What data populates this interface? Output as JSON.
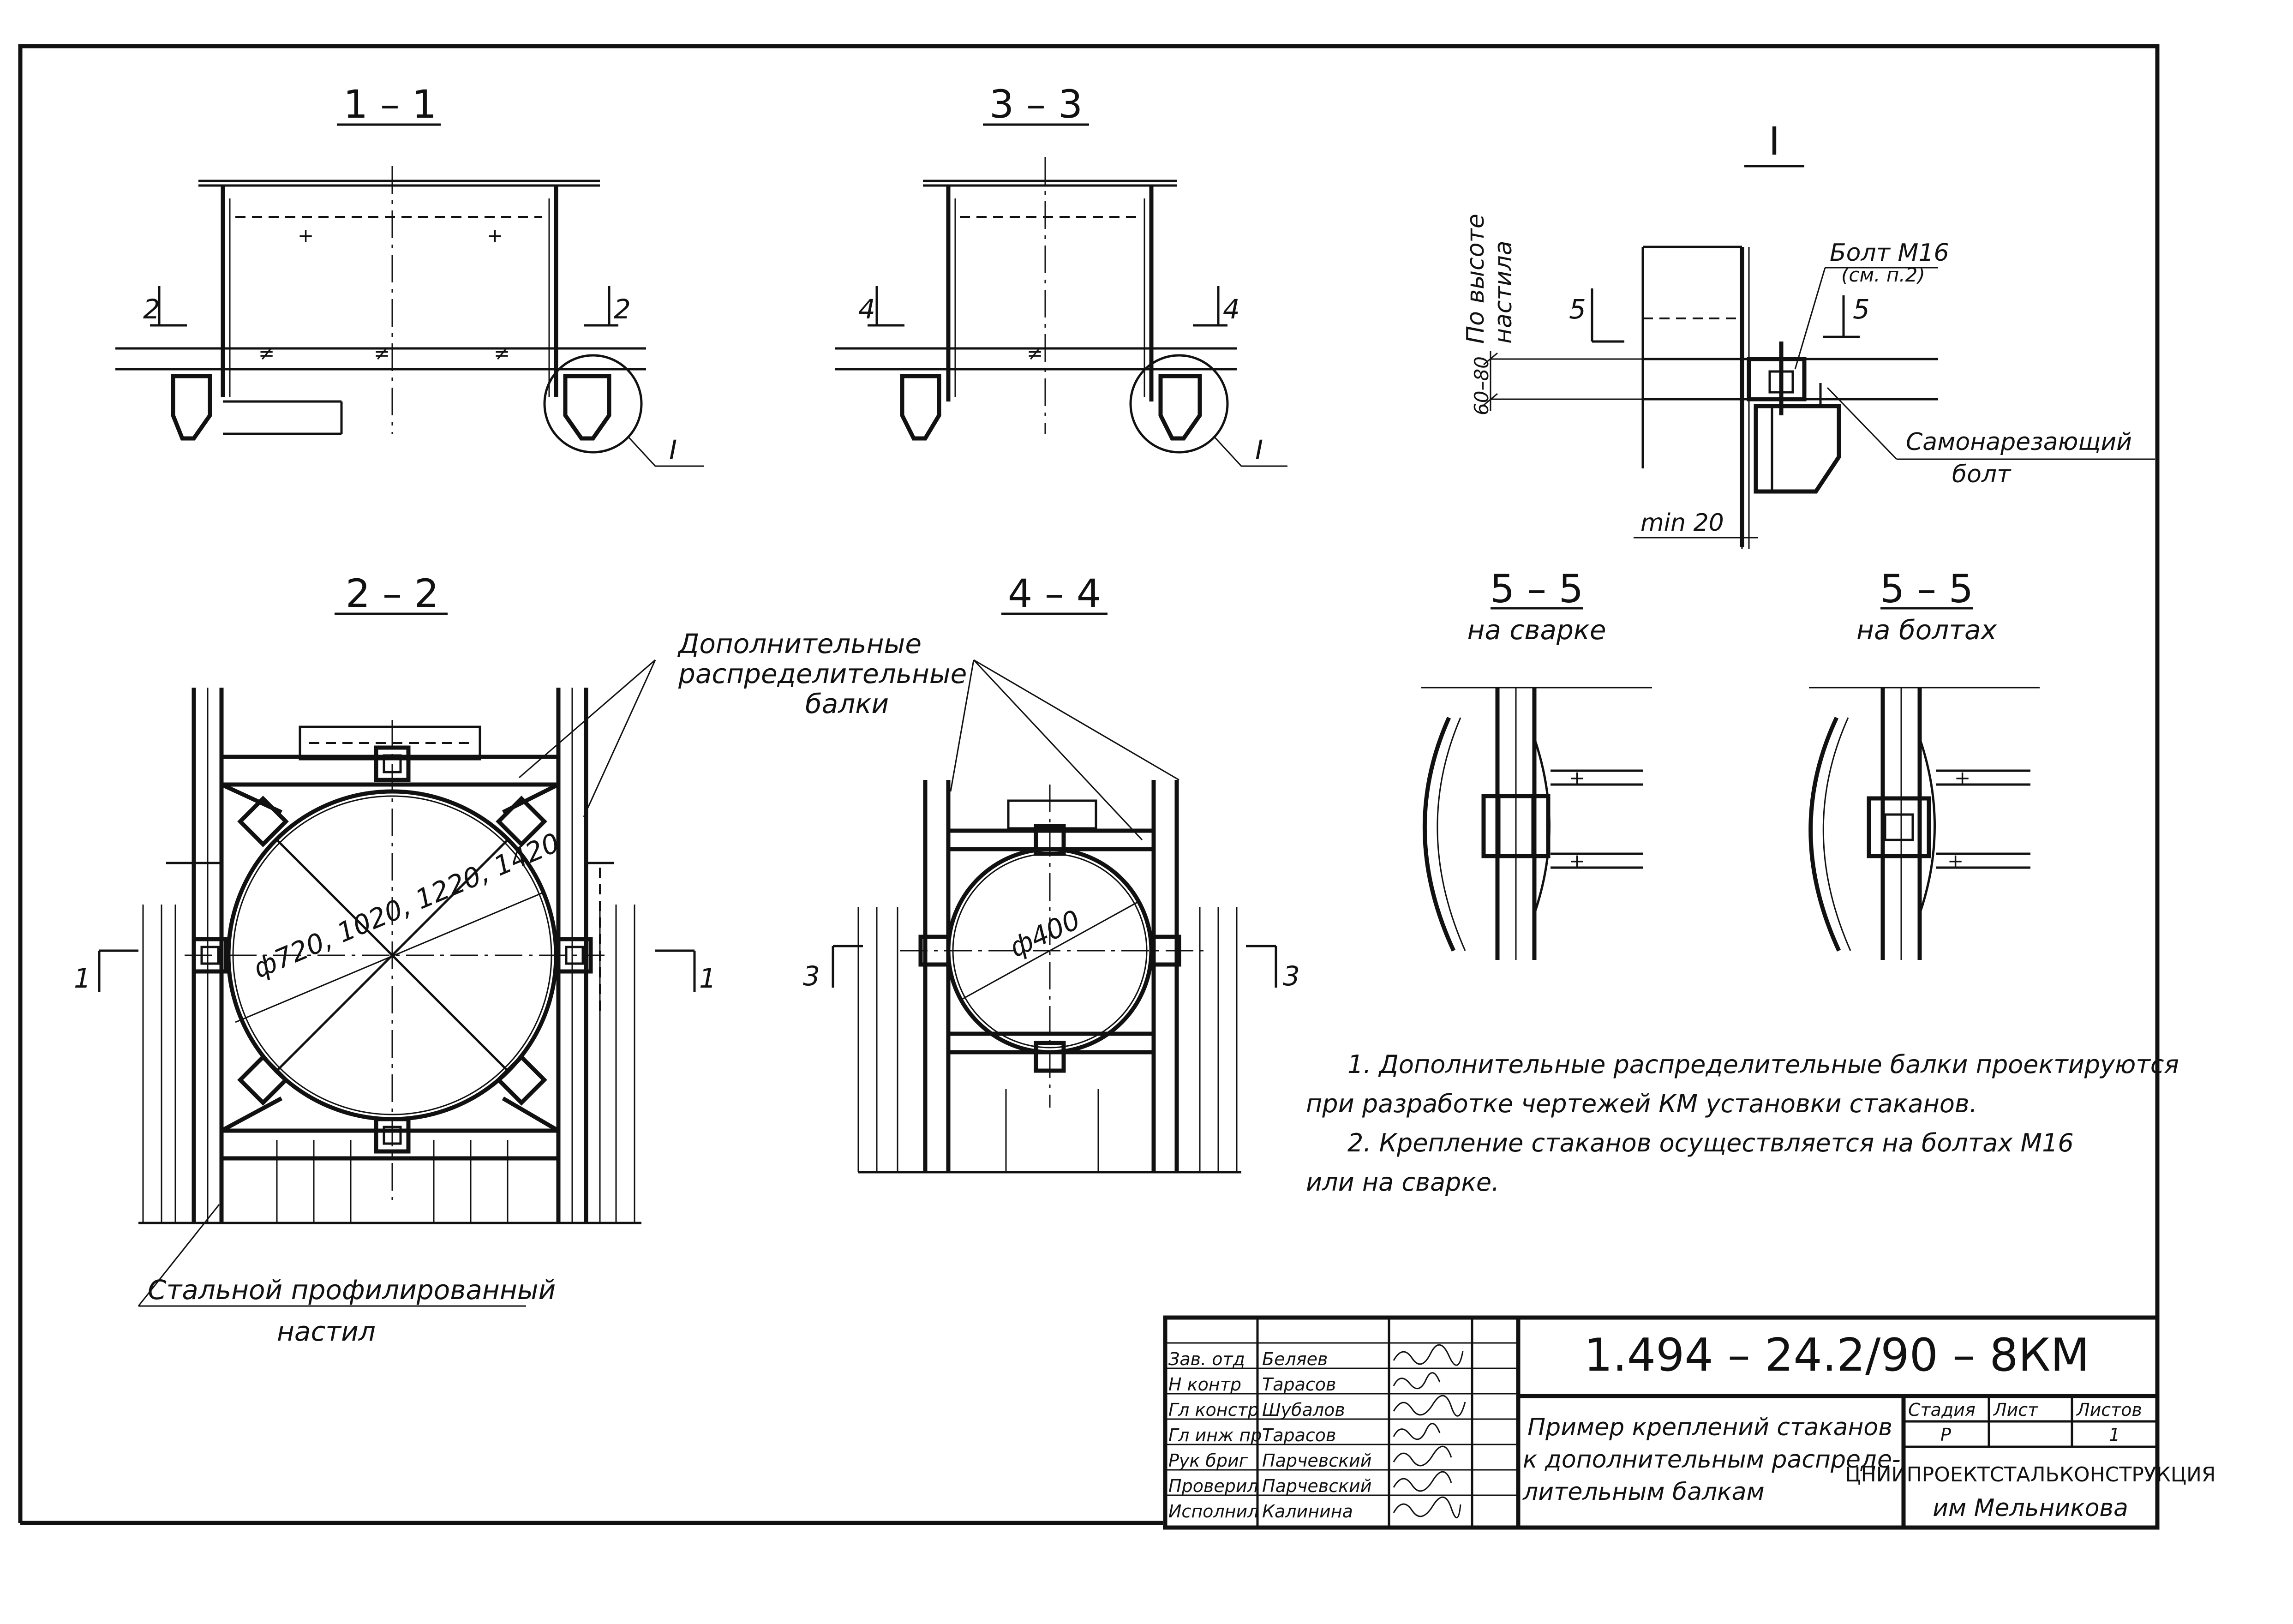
{
  "sections": {
    "s11": "1 – 1",
    "s33": "3 – 3",
    "detail": "I",
    "s22": "2 – 2",
    "s44": "4 – 4",
    "s55_weld": "5 – 5",
    "s55_weld_sub": "на  сварке",
    "s55_bolt": "5 – 5",
    "s55_bolt_sub": "на  болтах"
  },
  "marks": {
    "cut1_left": "1",
    "cut1_right": "1",
    "cut2_left": "2",
    "cut2_right": "2",
    "cut3_left": "3",
    "cut3_right": "3",
    "cut4_left": "4",
    "cut4_right": "4",
    "cut5_left": "5",
    "cut5_right": "5",
    "detail_ref_a": "I",
    "detail_ref_b": "I"
  },
  "labels": {
    "extra_beams_l1": "Дополнительные",
    "extra_beams_l2": "распределительные",
    "extra_beams_l3": "балки",
    "dia_22": "ф720, 1020, 1220, 1420",
    "dia_44": "ф400",
    "height_l1": "По  высоте",
    "height_l2": "настила",
    "height_dim": "60–80",
    "bolt_l1": "Болт М16",
    "bolt_l2": "(см. п.2)",
    "selftap_l1": "Самонарезающий",
    "selftap_l2": "болт",
    "min20": "min 20",
    "deck_l1": "Стальной  профилированный",
    "deck_l2": "настил"
  },
  "notes": {
    "n1_l1": "1. Дополнительные распределительные балки проектируются",
    "n1_l2": "при разработке чертежей КМ        установки стаканов.",
    "n2_l1": "2. Крепление стаканов осуществляется на болтах М16",
    "n2_l2": "или  на  сварке."
  },
  "stamp": {
    "code": "1.494 – 24.2/90 – 8КМ",
    "roles": [
      "Зав. отд",
      "Н контр",
      "Гл констр",
      "Гл инж пр",
      "Рук бриг",
      "Проверил",
      "Исполнил"
    ],
    "names": [
      "Беляев",
      "Тарасов",
      "Шубалов",
      "Тарасов",
      "Парчевский",
      "Парчевский",
      "Калинина"
    ],
    "title_l1": "Пример креплений стаканов",
    "title_l2": "к дополнительным распреде-",
    "title_l3": "лительным балкам",
    "h_stage": "Стадия",
    "h_sheet": "Лист",
    "h_sheets": "Листов",
    "stage": "Р",
    "sheets": "1",
    "org_l1": "ЦНИИПРОЕКТСТАЛЬКОНСТРУКЦИЯ",
    "org_l2": "им  Мельникова"
  },
  "colors": {
    "ink": "#111111",
    "paper": "#ffffff"
  }
}
